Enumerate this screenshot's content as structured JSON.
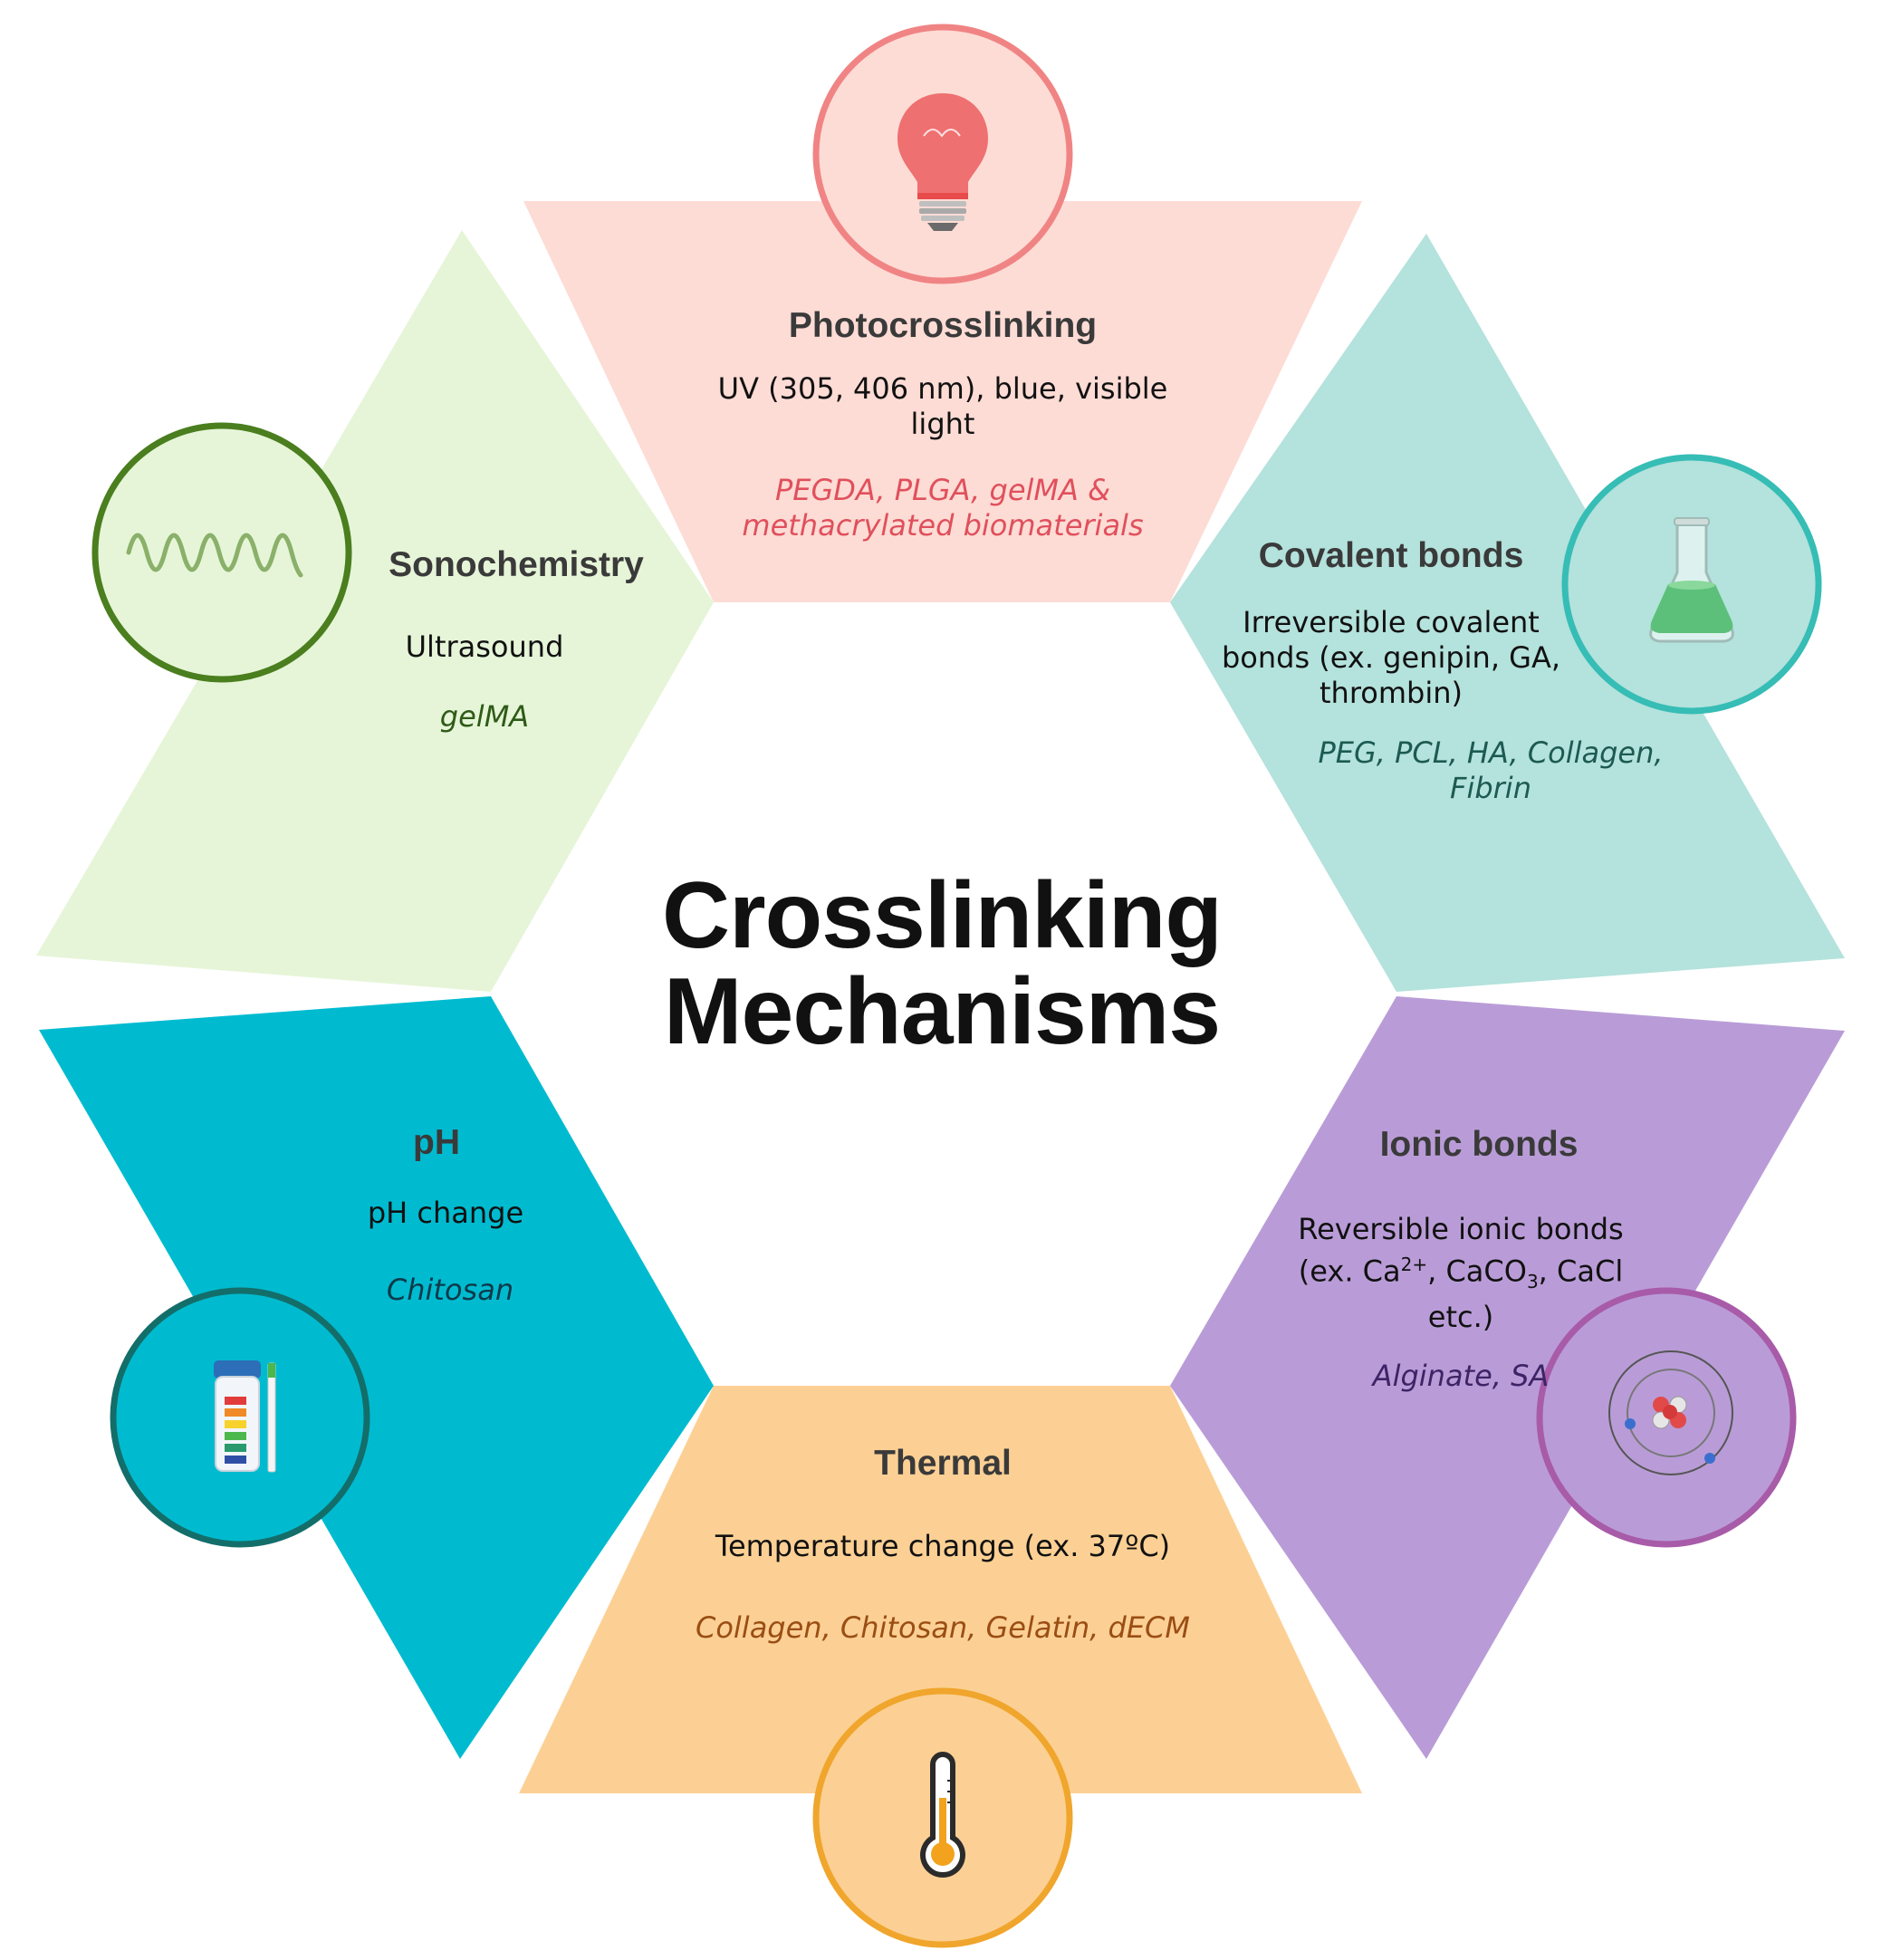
{
  "center_title": "Crosslinking Mechanisms",
  "segments": {
    "photocrosslinking": {
      "title": "Photocrosslinking",
      "description": "UV (305, 406 nm), blue, visible light",
      "materials": "PEGDA, PLGA, gelMA & methacrylated biomaterials",
      "fill": "#fddcd5",
      "accent": "#f08484",
      "material_color": "#e0505c",
      "icon": "light-bulb-icon"
    },
    "covalent": {
      "title": "Covalent bonds",
      "description": "Irreversible covalent bonds (ex. genipin, GA, thrombin)",
      "materials": "PEG, PCL, HA, Collagen, Fibrin",
      "fill": "#b4e2dc",
      "accent": "#36bdb5",
      "material_color": "#1c5a52",
      "icon": "flask-icon"
    },
    "ionic": {
      "title": "Ionic bonds",
      "description_line1": "Reversible ionic bonds",
      "description_line2_a": "(ex. Ca",
      "ca_superscript": "2+",
      "description_line2_b": ", CaCO",
      "caco_subscript": "3",
      "description_line2_c": ", CaCl",
      "description_line3": "etc.)",
      "materials": "Alginate, SA",
      "fill": "#b99cd7",
      "accent": "#a85ba8",
      "material_color": "#3d2466",
      "icon": "atom-icon"
    },
    "thermal": {
      "title": "Thermal",
      "description": "Temperature change (ex. 37ºC)",
      "materials": "Collagen, Chitosan, Gelatin, dECM",
      "fill": "#fcd094",
      "accent": "#f0a52c",
      "material_color": "#9a4e14",
      "icon": "thermometer-icon"
    },
    "ph": {
      "title": "pH",
      "description": "pH change",
      "materials": "Chitosan",
      "fill": "#00bbd0",
      "accent": "#136e6a",
      "material_color": "#0d3a4a",
      "icon": "ph-test-strip-icon"
    },
    "sonochemistry": {
      "title": "Sonochemistry",
      "description": "Ultrasound",
      "materials": "gelMA",
      "fill": "#e6f5d8",
      "accent": "#4a7e1e",
      "material_color": "#2f5a18",
      "icon": "sound-wave-icon"
    }
  }
}
